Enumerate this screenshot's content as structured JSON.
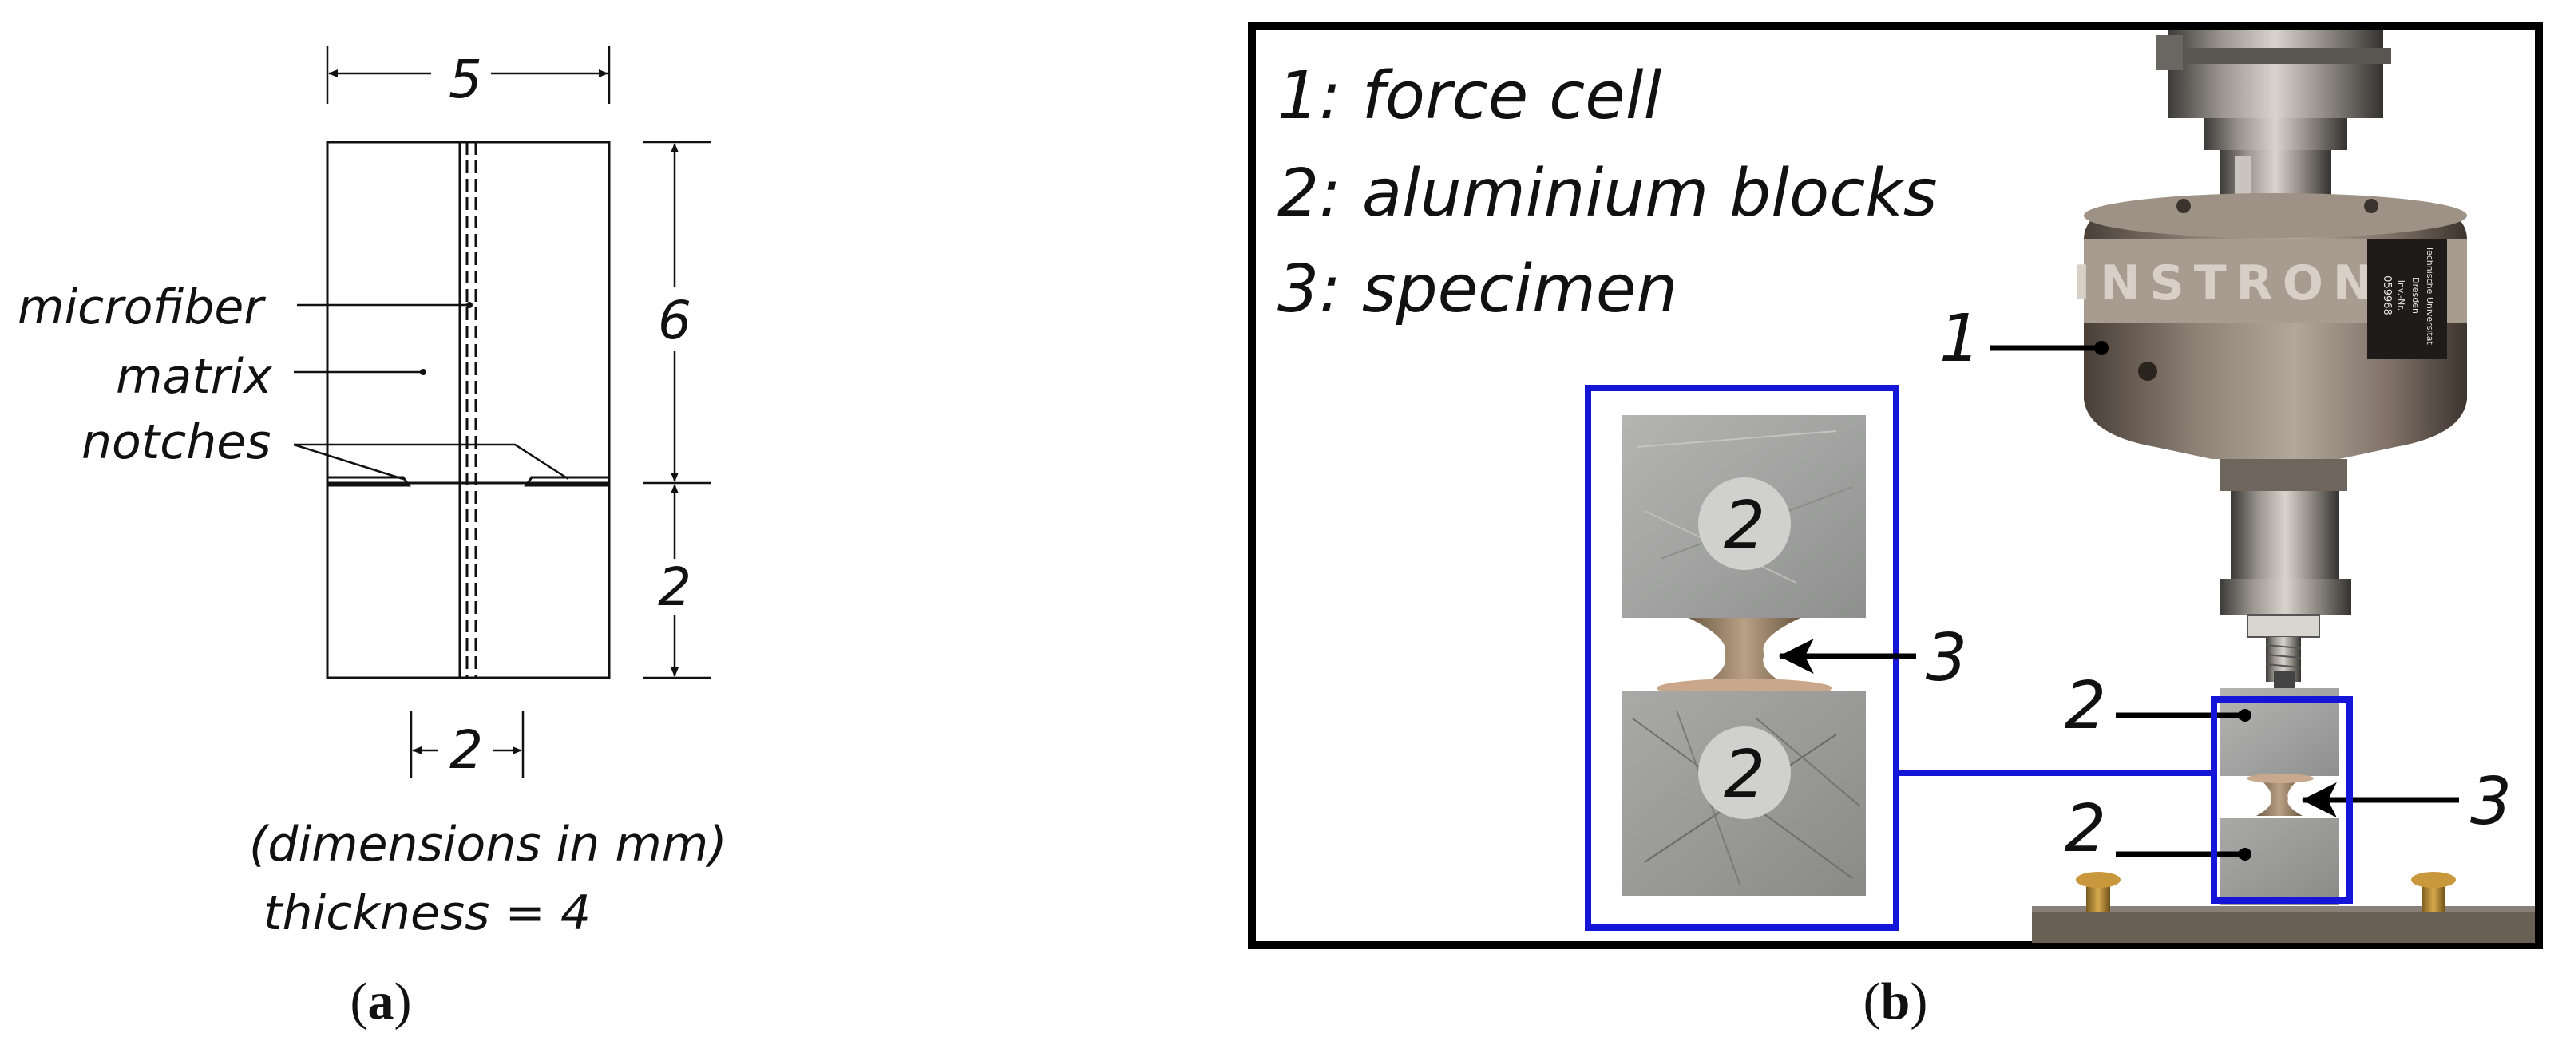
{
  "panel_a": {
    "dim_width": "5",
    "dim_upper_height": "6",
    "dim_lower_height": "2",
    "dim_notch_gap": "2",
    "label_microfiber": "microfiber",
    "label_matrix": "matrix",
    "label_notches": "notches",
    "units_note": "(dimensions in mm)",
    "thickness_note": "thickness = 4",
    "caption_open": "(",
    "caption_letter": "a",
    "caption_close": ")"
  },
  "panel_b": {
    "legend": [
      "1: force cell",
      "2: aluminium blocks",
      "3: specimen"
    ],
    "label_force_cell": "1",
    "label_block": "2",
    "label_specimen": "3",
    "cell_brand": "INSTRON",
    "cell_sticker_lines": [
      "Technische Universität",
      "Dresden",
      "Inv.-Nr.",
      "059968"
    ],
    "caption_open": "(",
    "caption_letter": "b",
    "caption_close": ")",
    "highlight_color": "#1515d8"
  }
}
